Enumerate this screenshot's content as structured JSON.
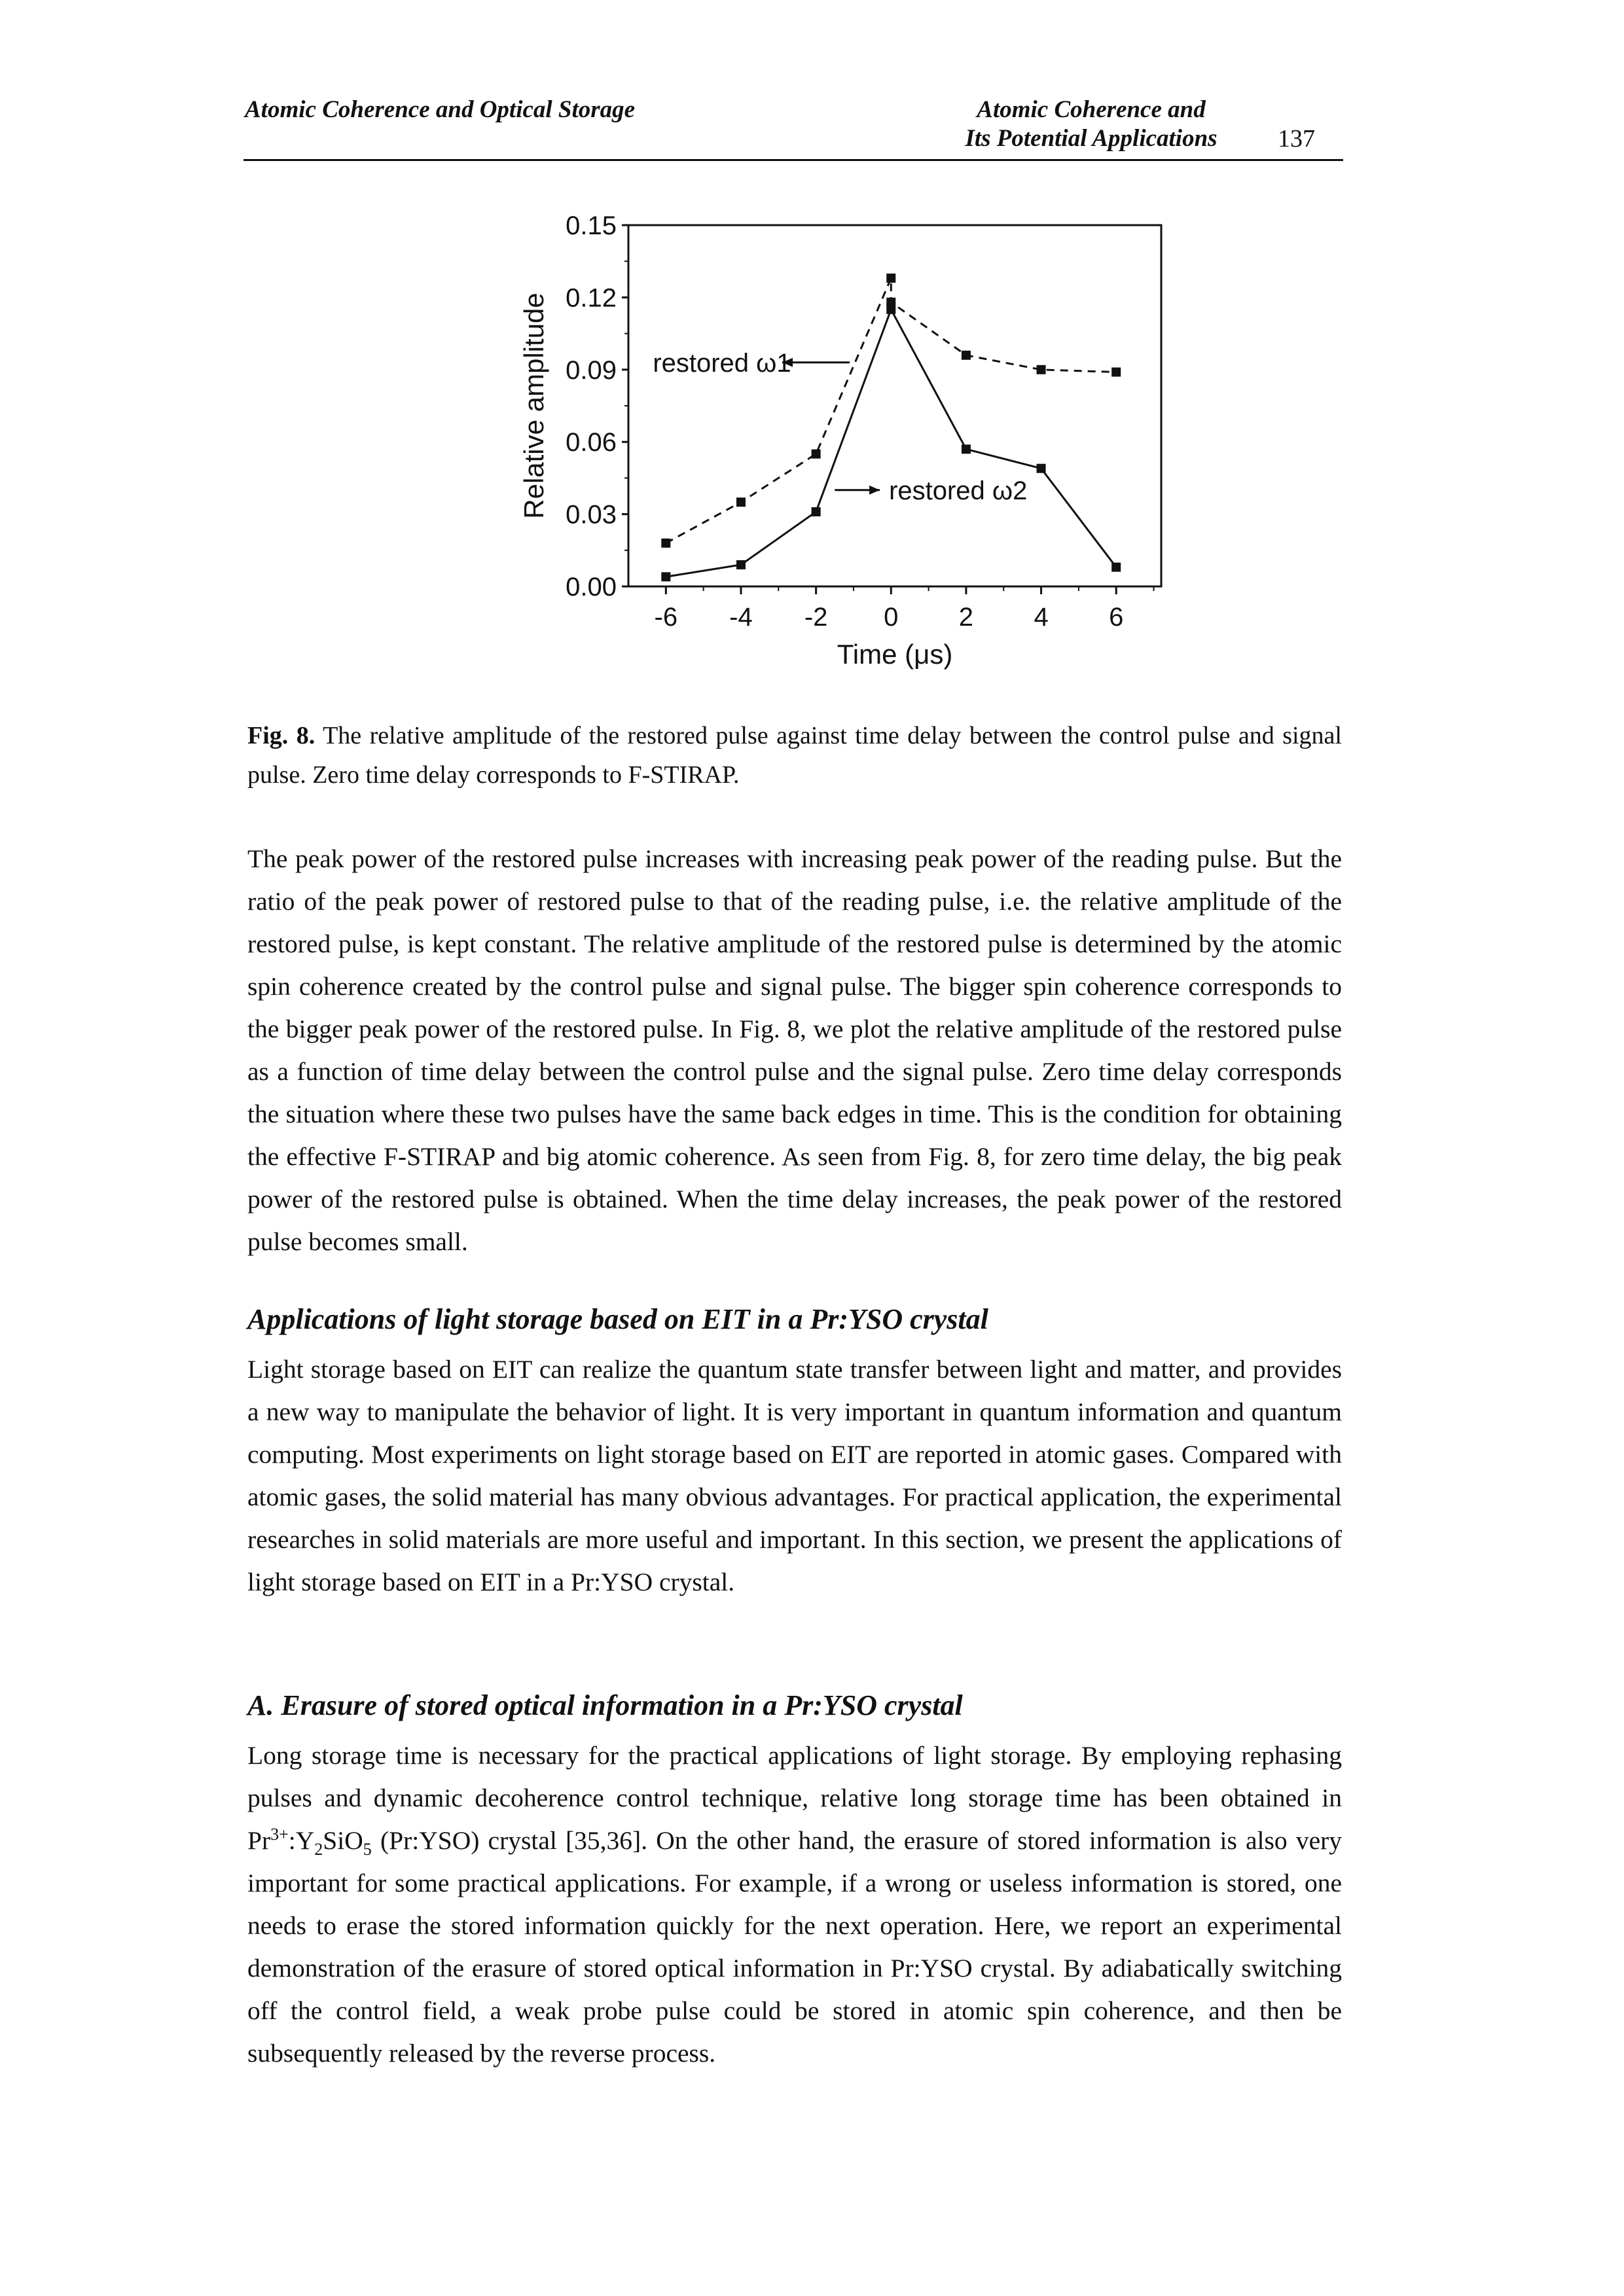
{
  "header": {
    "left": "Atomic Coherence and Optical Storage",
    "right_line1": "Atomic Coherence and",
    "right_line2": "Its Potential Applications",
    "page_number": "137"
  },
  "chart_data": {
    "type": "line",
    "xlabel": "Time (μs)",
    "ylabel": "Relative amplitude",
    "xlim": [
      -7,
      7.2
    ],
    "ylim": [
      0,
      0.15
    ],
    "x_ticks": [
      "-6",
      "-4",
      "-2",
      "0",
      "2",
      "4",
      "6"
    ],
    "y_ticks": [
      "0.00",
      "0.03",
      "0.06",
      "0.09",
      "0.12",
      "0.15"
    ],
    "series": [
      {
        "name": "restored ω1",
        "style": "dashed",
        "points": [
          [
            -6,
            0.018
          ],
          [
            -4,
            0.035
          ],
          [
            -2,
            0.055
          ],
          [
            0,
            0.128
          ],
          [
            0,
            0.118
          ],
          [
            2,
            0.096
          ],
          [
            4,
            0.09
          ],
          [
            6,
            0.089
          ]
        ]
      },
      {
        "name": "restored ω2",
        "style": "solid",
        "points": [
          [
            -6,
            0.004
          ],
          [
            -4,
            0.009
          ],
          [
            -2,
            0.031
          ],
          [
            0,
            0.115
          ],
          [
            2,
            0.057
          ],
          [
            4,
            0.049
          ],
          [
            6,
            0.008
          ]
        ]
      }
    ],
    "annotations": [
      {
        "label": "restored ω1",
        "target_x": -2,
        "target_y": 0.093
      },
      {
        "label": "restored ω2",
        "target_x": -2,
        "target_y": 0.04
      }
    ]
  },
  "caption": {
    "label": "Fig. 8.",
    "text": "The relative amplitude of the restored pulse against time delay between the control pulse and signal pulse. Zero time delay corresponds to F-STIRAP."
  },
  "body": {
    "p1": "The peak power of the restored pulse increases with increasing peak power of the reading pulse. But the ratio of the peak power of restored pulse to that of the reading pulse, i.e. the relative amplitude of the restored pulse, is kept constant. The relative amplitude of the restored pulse is determined by the atomic spin coherence created by the control pulse and signal pulse. The bigger spin coherence corresponds to the bigger peak power of the restored pulse. In Fig. 8, we plot the relative amplitude of the restored pulse as a function of time delay between the control pulse and the signal pulse. Zero time delay corresponds the situation where these two pulses have the same back edges in time. This is the condition for obtaining the effective F-STIRAP and big atomic coherence. As seen from Fig. 8, for zero time delay, the big peak power of the restored pulse is obtained. When the time delay increases, the peak power of the restored pulse becomes small.",
    "heading1": "Applications of light storage based on EIT in a Pr:YSO crystal",
    "p2": "Light storage based on EIT can realize the quantum state transfer between light and matter, and provides a new way to manipulate the behavior of light. It is very important in quantum information and quantum computing. Most experiments on light storage based on EIT are reported in atomic gases. Compared with atomic gases, the solid material has many obvious advantages. For practical application, the experimental researches in solid materials are more useful and important. In this section, we present the applications of light storage based on EIT in a Pr:YSO crystal.",
    "heading2": "A. Erasure of stored optical information in a Pr:YSO crystal",
    "p3_a": "Long storage time is necessary for the practical applications of light storage. By employing rephasing pulses and dynamic decoherence control technique, relative long storage time has been obtained in Pr",
    "p3_sup": "3+",
    "p3_b": ":Y",
    "p3_sub1": "2",
    "p3_c": "SiO",
    "p3_sub2": "5",
    "p3_d": " (Pr:YSO) crystal [35,36]. On the other hand, the erasure of stored information is also very important for some practical applications. For example, if a wrong or useless information is stored, one needs to erase the stored information quickly for the next operation. Here, we report an experimental demonstration of the erasure of stored optical information in Pr:YSO crystal. By adiabatically switching off the control field, a weak probe pulse could be stored in atomic spin coherence, and then be subsequently released by the reverse process."
  }
}
